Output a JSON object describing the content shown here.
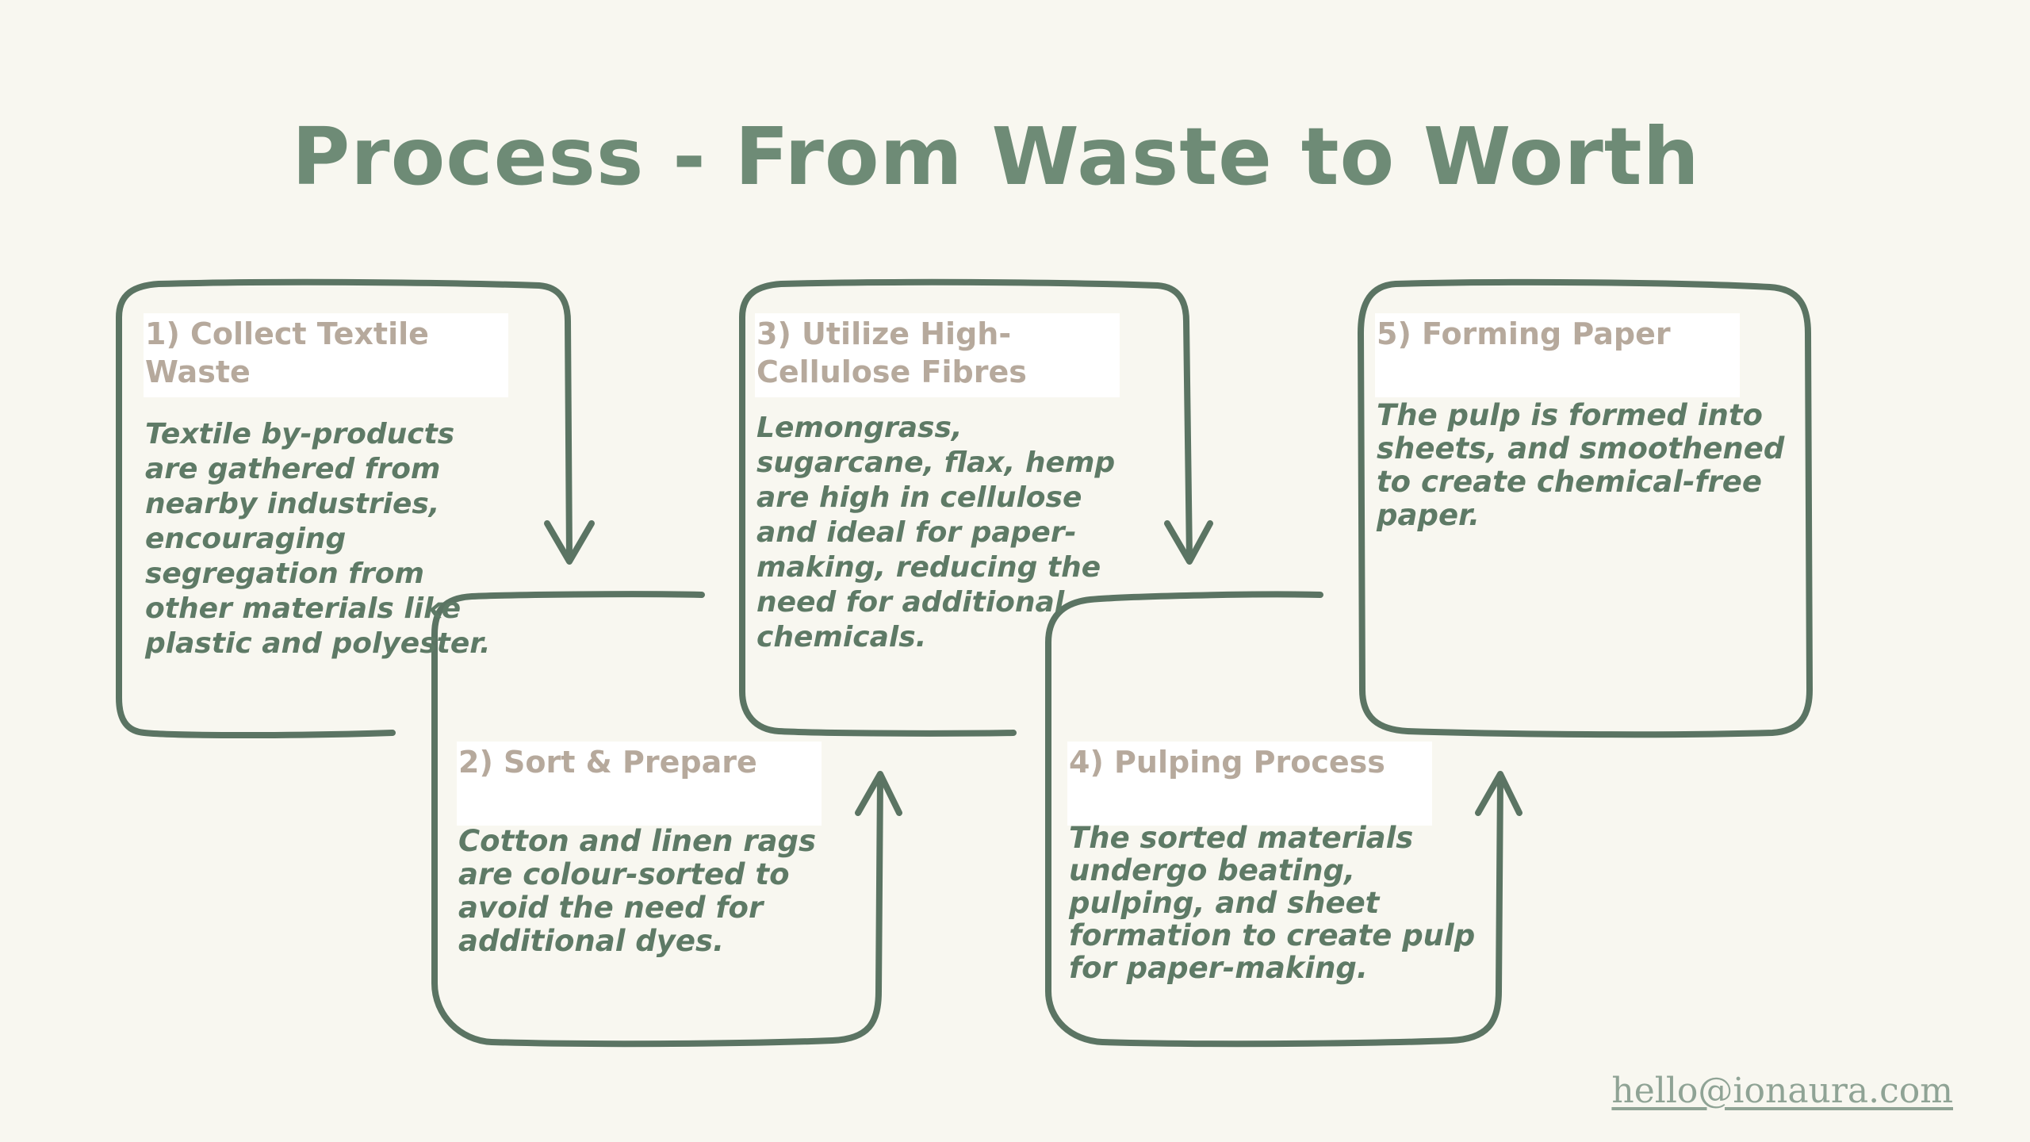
{
  "title": "Process - From Waste to Worth",
  "steps": [
    {
      "heading": "1) Collect Textile Waste",
      "body": "Textile by-products are gathered from nearby industries, encouraging segregation from other materials like plastic and polyester."
    },
    {
      "heading": "2) Sort & Prepare",
      "body": "Cotton and linen rags are colour-sorted to avoid the need for additional dyes."
    },
    {
      "heading": "3) Utilize High-Cellulose Fibres",
      "body": "Lemongrass, sugarcane, flax, hemp are high in cellulose and ideal for paper-making, reducing the need for additional chemicals."
    },
    {
      "heading": "4) Pulping Process",
      "body": "The sorted materials undergo beating, pulping, and sheet formation to create pulp for paper-making."
    },
    {
      "heading": "5) Forming Paper",
      "body": "The pulp is formed into sheets, and smoothened to create chemical-free paper."
    }
  ],
  "footer": {
    "email": "hello@ionaura.com"
  },
  "colors": {
    "background": "#f8f7f0",
    "title": "#6e8b76",
    "stroke": "#5b7463",
    "heading": "#b6a99c",
    "body": "#5e7a66"
  }
}
